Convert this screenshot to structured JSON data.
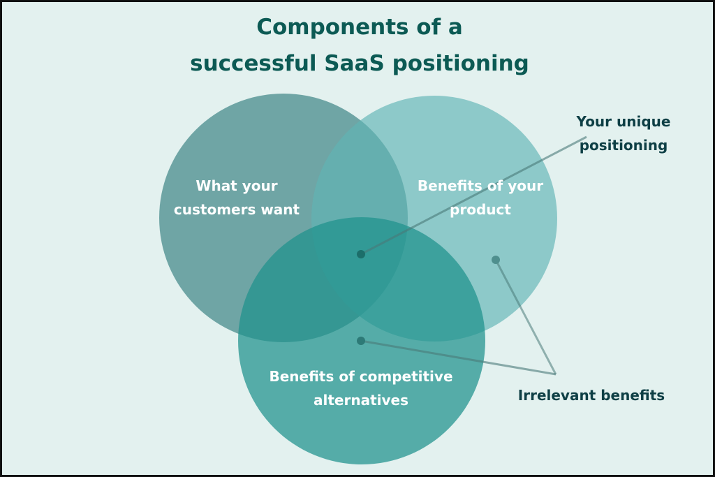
{
  "title": {
    "line1": "Components of a",
    "line2": "successful SaaS positioning"
  },
  "colors": {
    "background": "#e3f1ef",
    "title": "#0c5a54",
    "circle_left": "#5a9898",
    "circle_right": "#78c0c0",
    "circle_bottom": "#2b9893",
    "annotation_text": "#0e3f45"
  },
  "circles": {
    "customers": {
      "line1": "What your",
      "line2": "customers want"
    },
    "product": {
      "line1": "Benefits of your",
      "line2": "product"
    },
    "competitors": {
      "line1": "Benefits of competitive",
      "line2": "alternatives"
    }
  },
  "annotations": {
    "unique": {
      "line1": "Your unique",
      "line2": "positioning"
    },
    "irrelevant": {
      "label": "Irrelevant benefits"
    }
  }
}
